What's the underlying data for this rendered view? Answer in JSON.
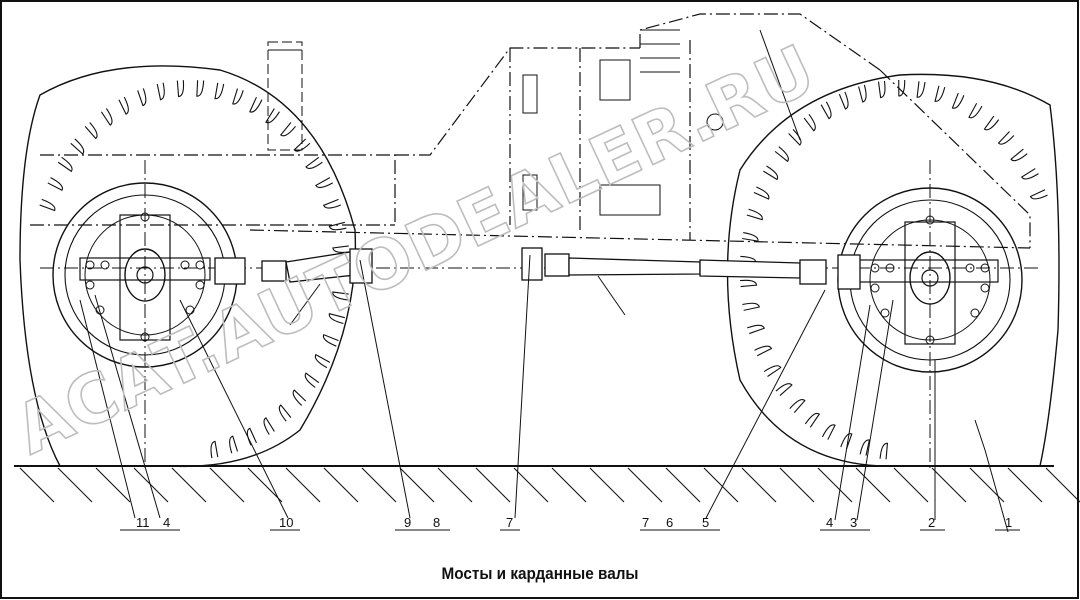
{
  "caption": "Мосты и карданные валы",
  "watermark": "ACAT.AUTODEALER.RU",
  "callouts": {
    "c1": "1",
    "c2": "2",
    "c3": "3",
    "c4_right": "4",
    "c5": "5",
    "c6": "6",
    "c7_right": "7",
    "c7_left": "7",
    "c8": "8",
    "c9": "9",
    "c10": "10",
    "c11": "11",
    "c4_left": "4"
  },
  "colors": {
    "line": "#111111",
    "watermark": "#bdbdbd",
    "background": "#ffffff"
  }
}
